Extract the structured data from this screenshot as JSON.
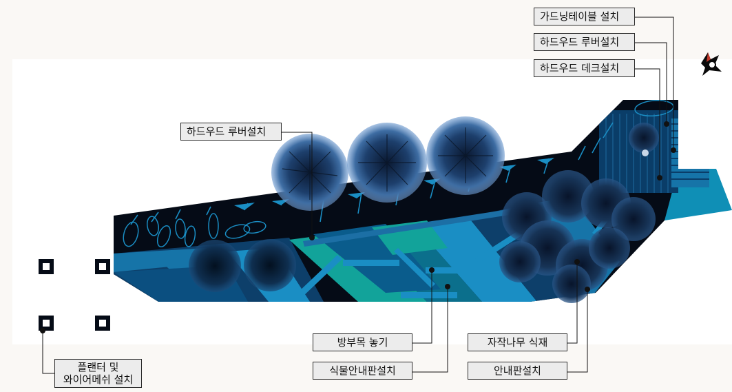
{
  "labels": {
    "gardening_table": "가드닝테이블 설치",
    "hardwood_louver_right": "하드우드 루버설치",
    "hardwood_deck": "하드우드 데크설치",
    "hardwood_louver_left": "하드우드 루버설치",
    "preservative_wood": "방부목 놓기",
    "plant_signboard": "식물안내판설치",
    "birch_planting": "자작나무 식재",
    "signboard": "안내판설치",
    "planter_line1": "플랜터 및",
    "planter_line2": "와이어메쉬 설치"
  },
  "colors": {
    "background": "#faf8f5",
    "site_white": "#ffffff",
    "dark_base": "#050b16",
    "blue_light": "#1a8ec4",
    "blue_mid": "#1674a8",
    "blue_dark": "#0d3f6a",
    "teal": "#12a39a",
    "tree_fill": "#1c3a5e",
    "label_bg": "#ececec"
  }
}
